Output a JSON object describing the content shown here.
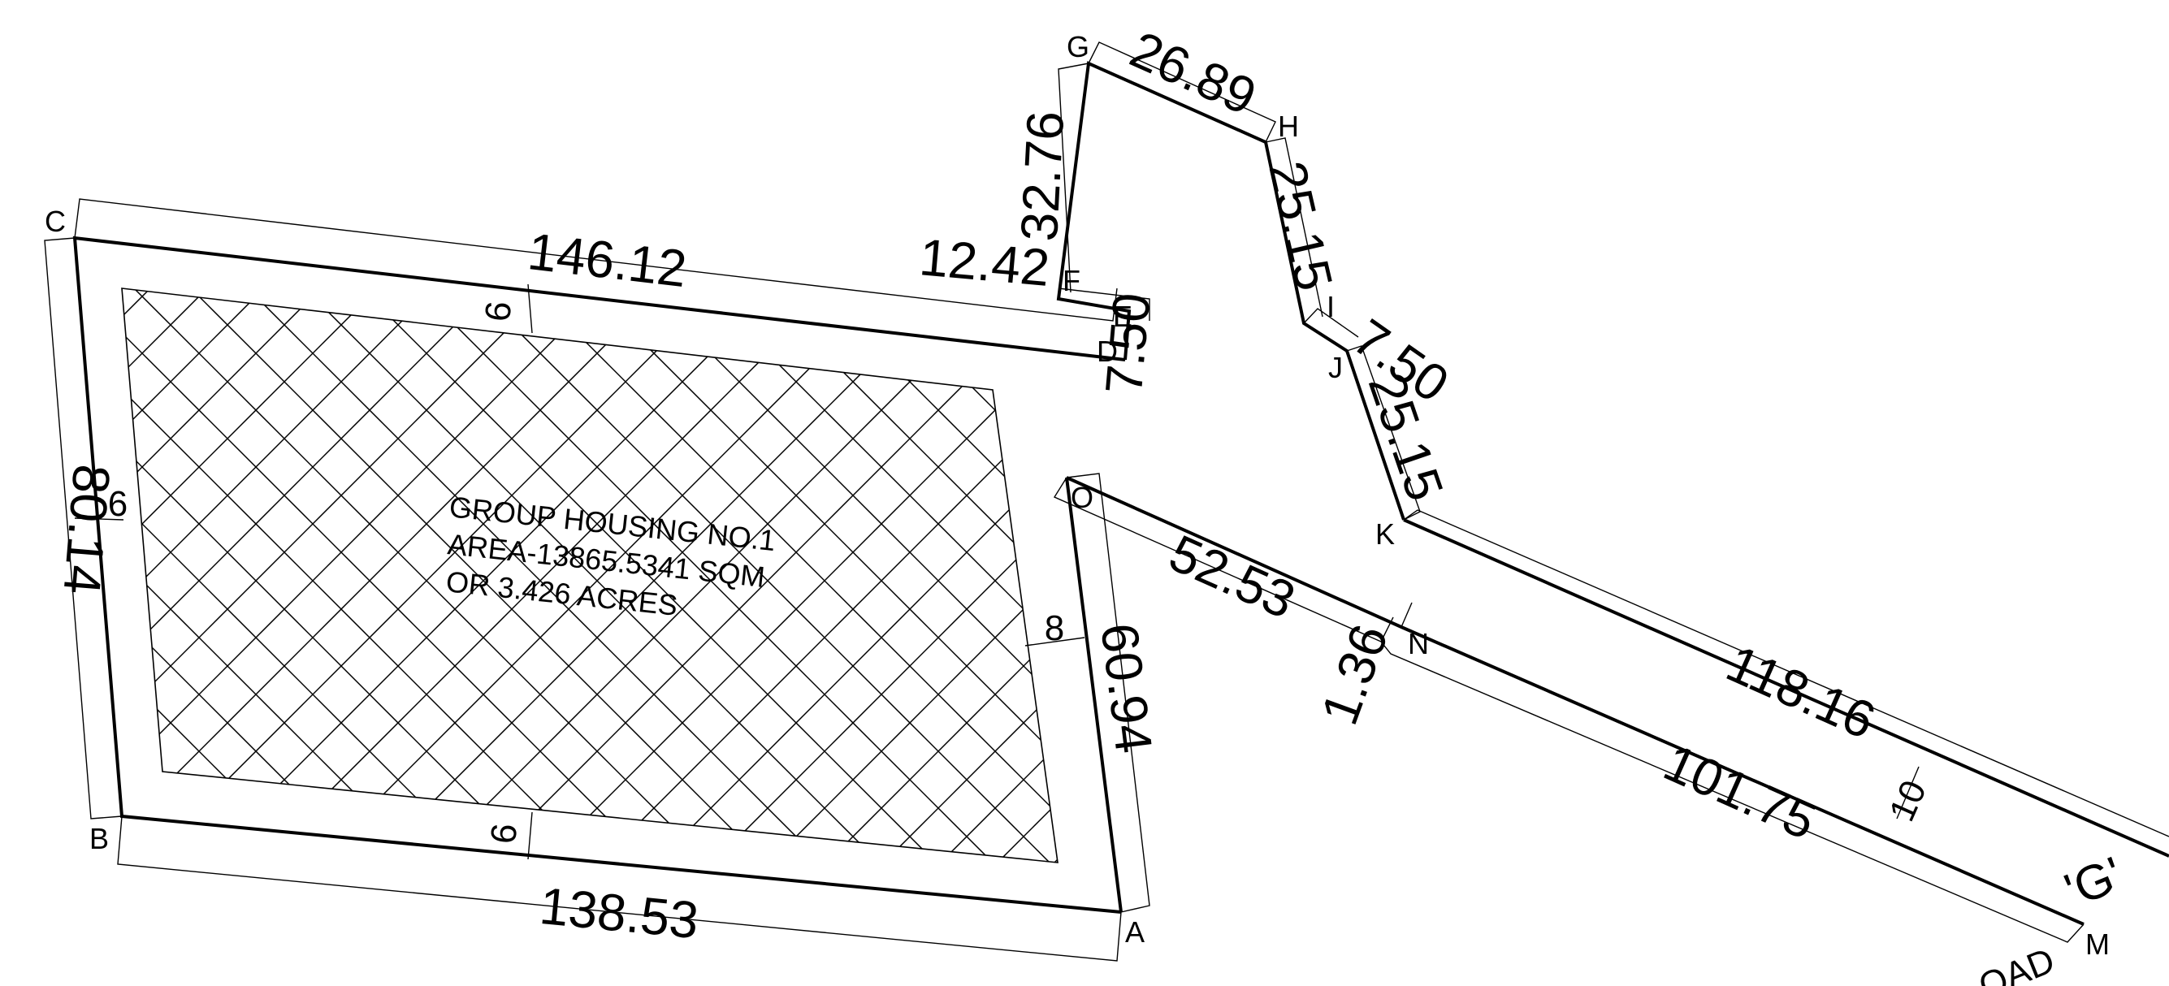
{
  "diagram": {
    "corners": {
      "A": "A",
      "B": "B",
      "C": "C",
      "D": "D",
      "E": "E",
      "F": "F",
      "G": "G",
      "H": "H",
      "I": "I",
      "J": "J",
      "K": "K",
      "M": "M",
      "N": "N",
      "O": "O"
    },
    "dimensions": {
      "ab": "138.53",
      "bc": "80.14",
      "cd": "146.12",
      "de": "7.50",
      "ef": "12.42",
      "fg": "32.76",
      "gh": "26.89",
      "hi": "25.15",
      "ij": "7.50",
      "jk": "25.15",
      "k_plot": "118.16",
      "mn": "101.75",
      "no_offset": "1.36",
      "no": "52.53",
      "oa": "60.94"
    },
    "setbacks": {
      "top": "6",
      "left": "6",
      "bottom": "6",
      "right": "8",
      "plot_g": "10"
    },
    "parcel_text": {
      "line1": "GROUP HOUSING NO.1",
      "line2": "AREA-13865.5341 SQM",
      "line3": "OR 3.426 ACRES"
    },
    "plot_label": "'G'",
    "road_fragment": "OAD"
  }
}
